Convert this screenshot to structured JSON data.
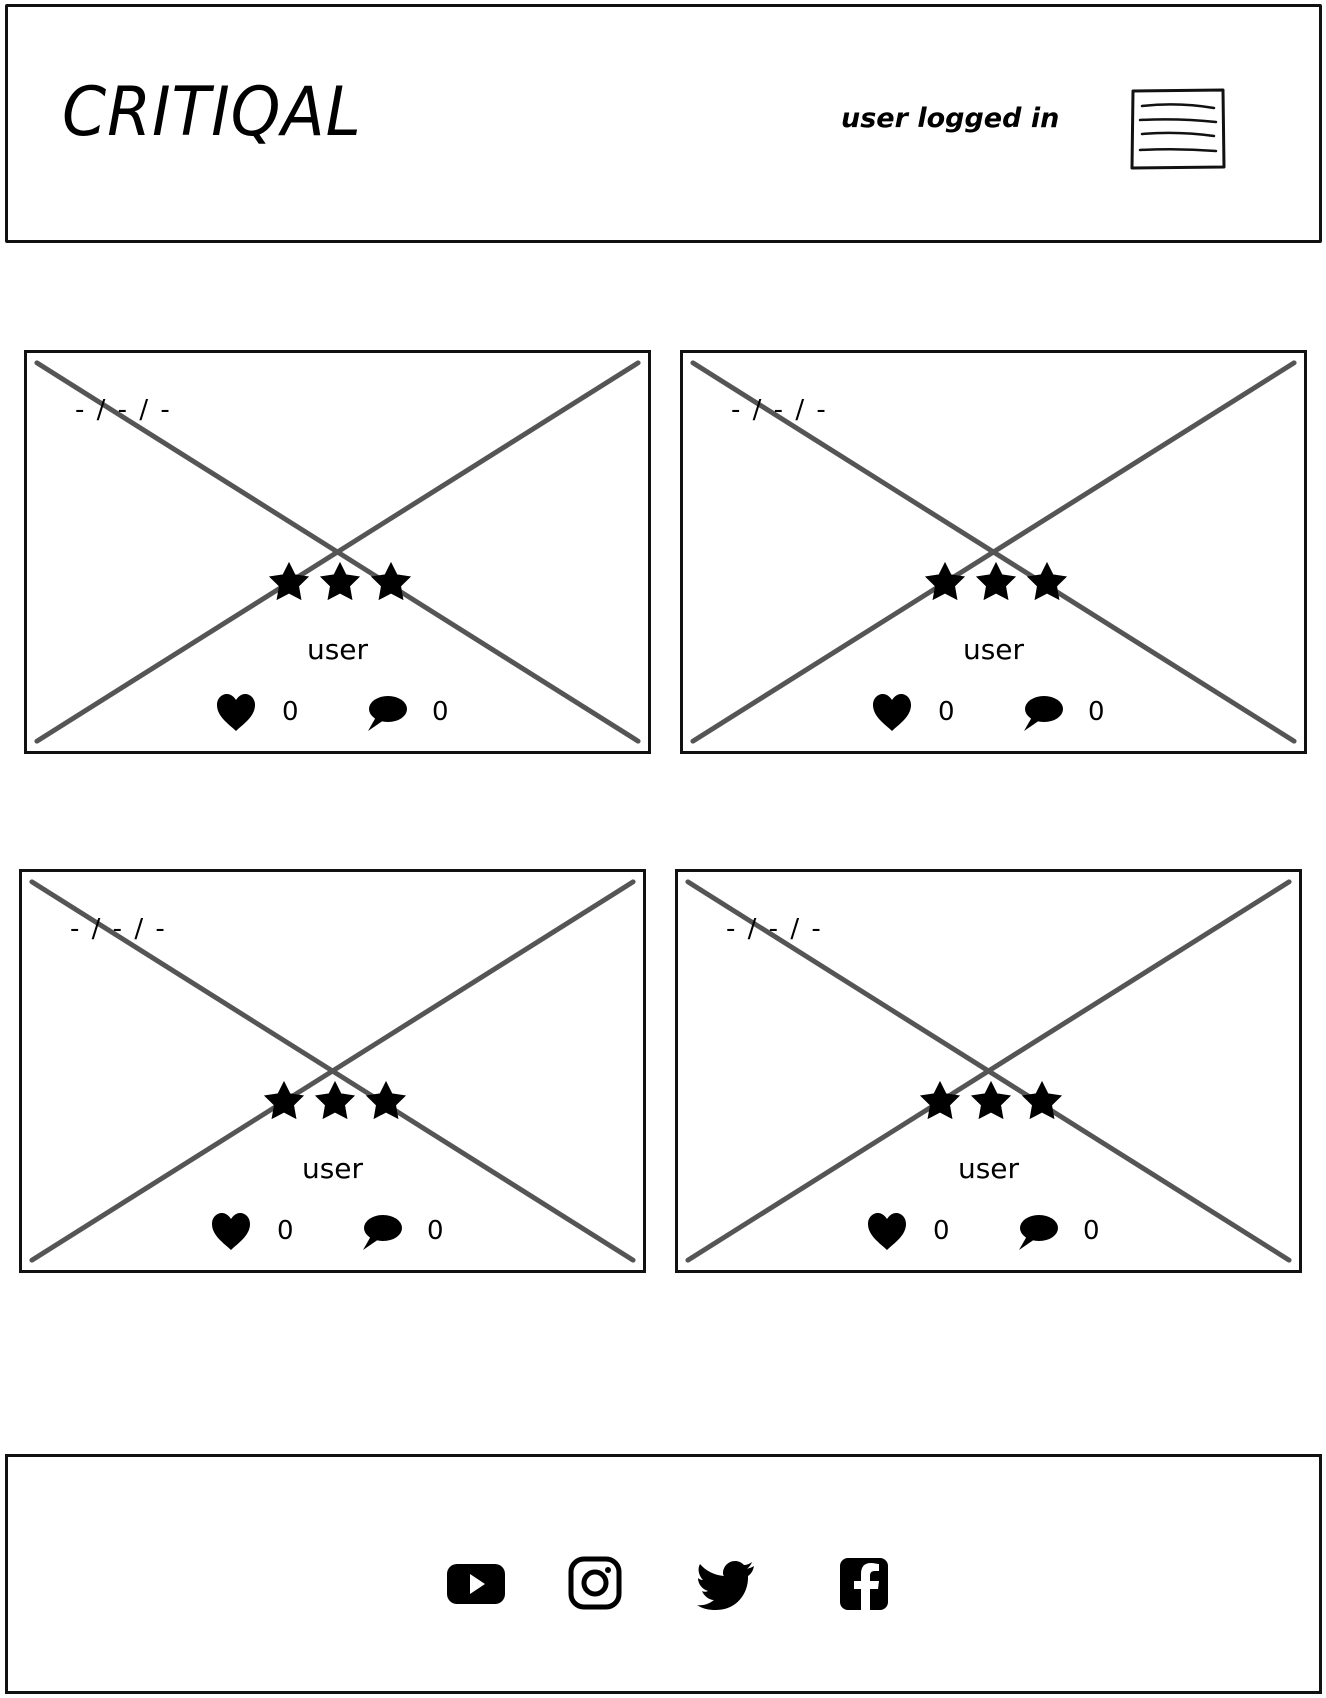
{
  "header": {
    "logo": "CRITIQAL",
    "user_status": "user logged in",
    "menu_icon": "hamburger-menu-icon"
  },
  "cards": [
    {
      "date": "- / - / -",
      "rating": 3,
      "rating_max": 3,
      "user": "user",
      "likes": "0",
      "comments": "0"
    },
    {
      "date": "- / - / -",
      "rating": 3,
      "rating_max": 3,
      "user": "user",
      "likes": "0",
      "comments": "0"
    },
    {
      "date": "- / - / -",
      "rating": 3,
      "rating_max": 3,
      "user": "user",
      "likes": "0",
      "comments": "0"
    },
    {
      "date": "- / - / -",
      "rating": 3,
      "rating_max": 3,
      "user": "user",
      "likes": "0",
      "comments": "0"
    }
  ],
  "footer": {
    "social": [
      "youtube-icon",
      "instagram-icon",
      "twitter-icon",
      "facebook-icon"
    ]
  },
  "colors": {
    "line": "#111111",
    "placeholder_cross": "#555555",
    "background": "#ffffff"
  }
}
